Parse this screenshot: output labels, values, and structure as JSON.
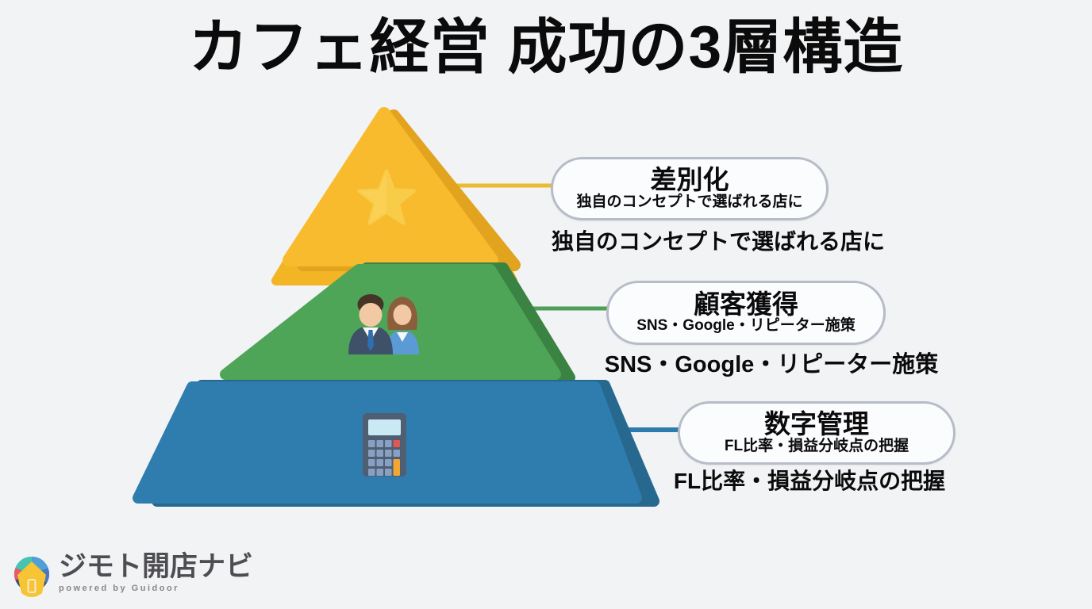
{
  "title": "カフェ経営 成功の3層構造",
  "pyramid": {
    "layers": [
      {
        "rank": 1,
        "position": "top",
        "color": "#F7BB2D",
        "icon": "star-icon",
        "label": "差別化",
        "sub": "独自のコンセプトで選ばれる店に",
        "caption": "独自のコンセプトで選ばれる店に"
      },
      {
        "rank": 2,
        "position": "middle",
        "color": "#4EA557",
        "icon": "people-icon",
        "label": "顧客獲得",
        "sub": "SNS・Google・リピーター施策",
        "caption": "SNS・Google・リピーター施策"
      },
      {
        "rank": 3,
        "position": "bottom",
        "color": "#2F7DAE",
        "icon": "calculator-icon",
        "label": "数字管理",
        "sub": "FL比率・損益分岐点の把握",
        "caption": "FL比率・損益分岐点の把握"
      }
    ]
  },
  "footer": {
    "brand": "ジモト開店ナビ",
    "powered_by": "powered by Guidoor"
  },
  "colors": {
    "background": "#F2F3F5",
    "layer_top": "#F7BB2D",
    "layer_top_shade": "#E2A31E",
    "layer_middle": "#4EA557",
    "layer_middle_shade": "#3A8343",
    "layer_bottom": "#2F7DAE",
    "layer_bottom_shade": "#27688F",
    "pill_border": "#B6BCC8",
    "text": "#0B0B0C",
    "brand_text": "#4E4E52"
  }
}
